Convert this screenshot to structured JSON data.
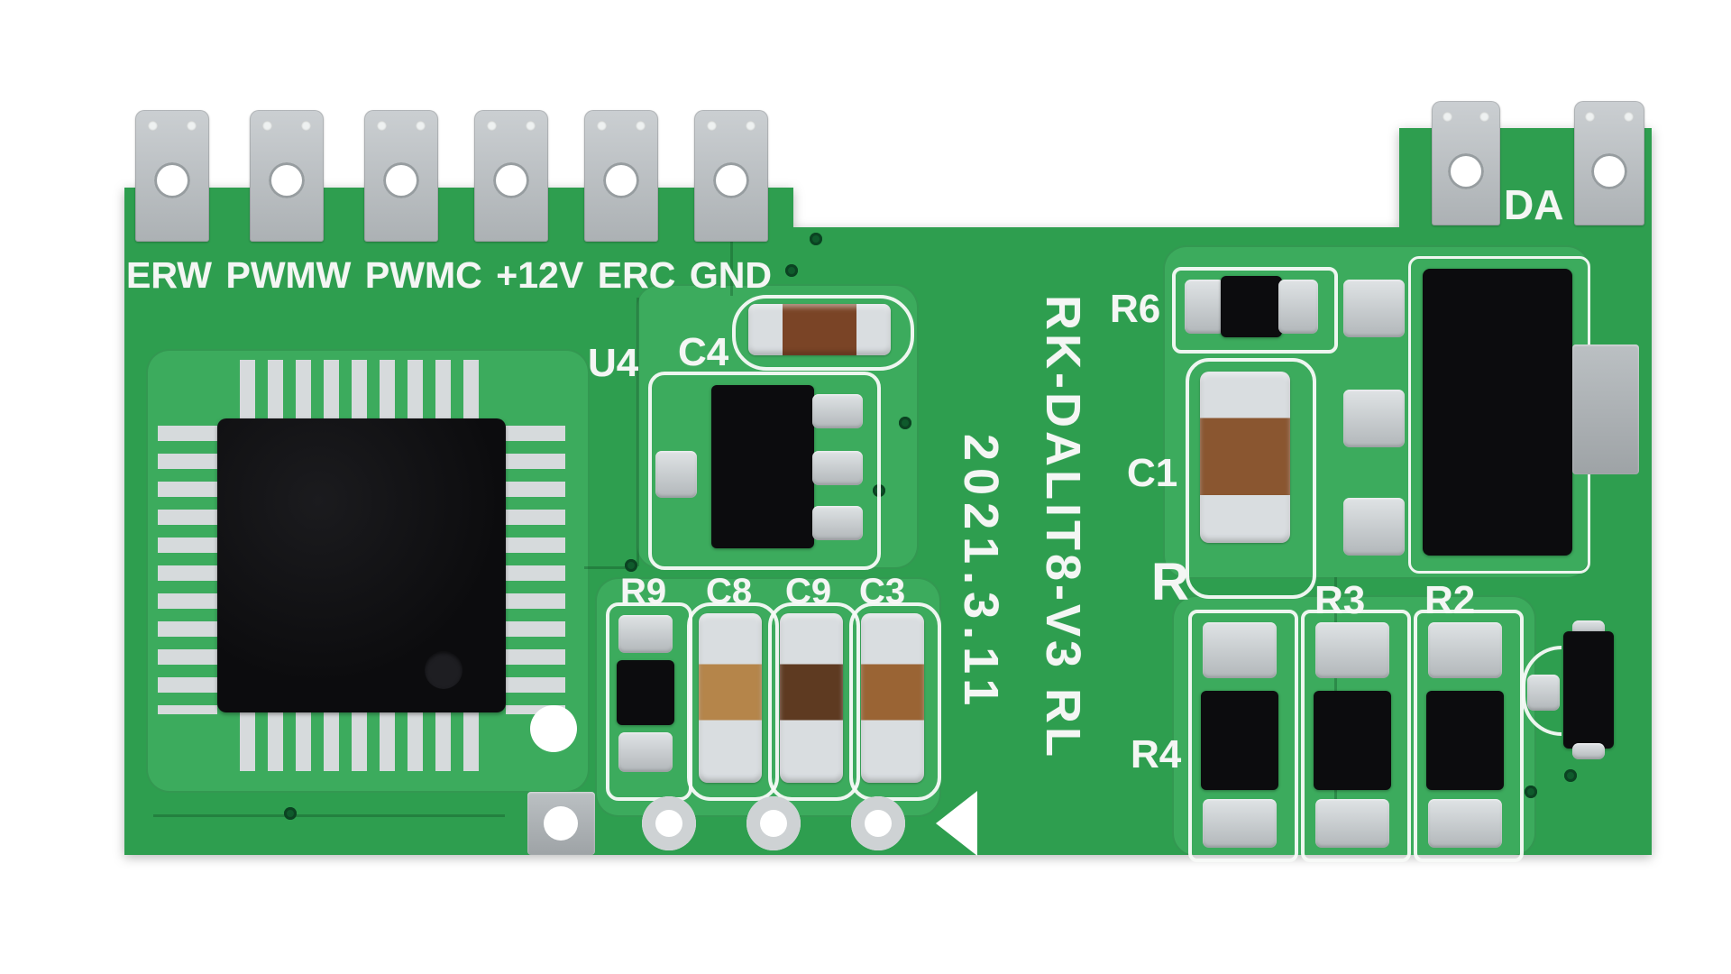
{
  "board": {
    "left_connectors": [
      {
        "label": "ERW"
      },
      {
        "label": "PWMW"
      },
      {
        "label": "PWMC"
      },
      {
        "label": "+12V"
      },
      {
        "label": "ERC"
      },
      {
        "label": "GND"
      }
    ],
    "right_connector": {
      "label": "DA"
    },
    "silkscreen": {
      "model": "RK-DALIT8-V3 RL",
      "date": "2021.3.11",
      "refdes": {
        "u4": "U4",
        "c4": "C4",
        "r9": "R9",
        "c8": "C8",
        "c9": "C9",
        "c3": "C3",
        "r6": "R6",
        "c1": "C1",
        "r_partial": "R",
        "r3": "R3",
        "r2": "R2",
        "r4": "R4"
      }
    },
    "colors": {
      "board_green": "#2E9E4F",
      "board_green_light": "#3CAB5D",
      "silkscreen_white": "#F4F6F4",
      "pad_silver": "#C9CDD0",
      "component_black": "#0C0C0E",
      "capacitor_brown": "#8A5A33",
      "background": "#FFFFFF"
    }
  }
}
